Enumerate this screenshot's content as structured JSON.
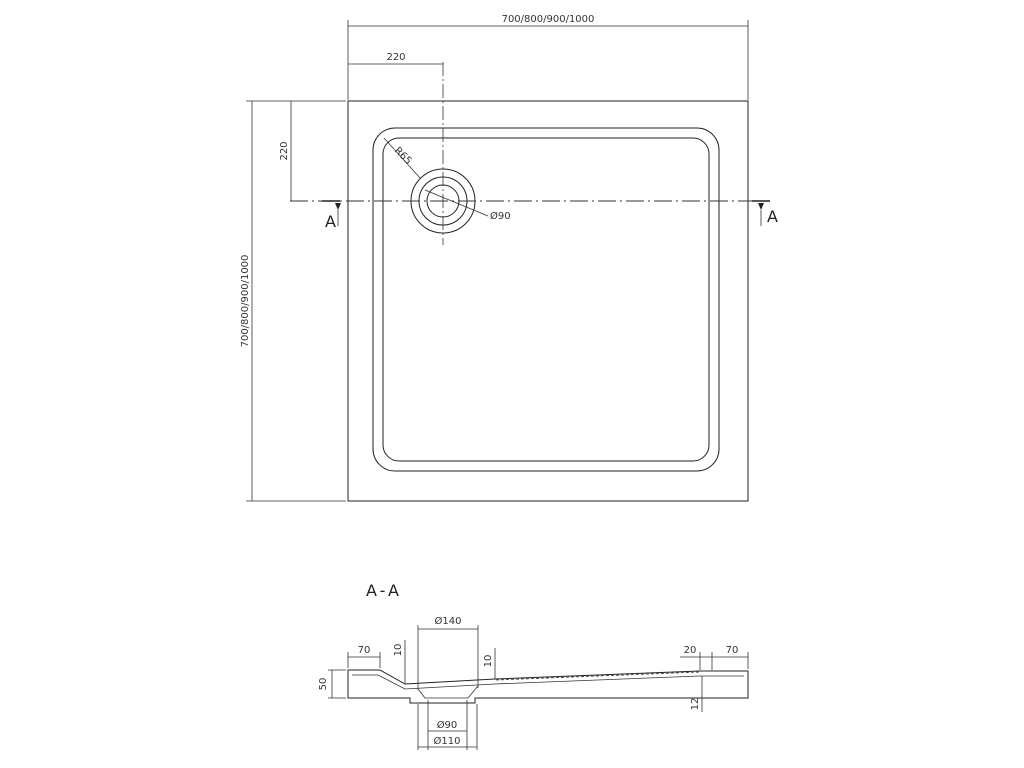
{
  "plan": {
    "overall_width": "700/800/900/1000",
    "overall_height": "700/800/900/1000",
    "drain_offset_x": "220",
    "drain_offset_y": "220",
    "corner_radius": "R65",
    "drain_diameter": "Ø90",
    "section_marker_left": "A",
    "section_marker_right": "A"
  },
  "section": {
    "title": "A-A",
    "top_diameter": "Ø140",
    "rim_width_left": "70",
    "rim_width_right": "70",
    "height": "50",
    "step_left": "10",
    "step_center": "10",
    "step_right": "20",
    "depth_right": "12",
    "drain_inner": "Ø90",
    "drain_outer": "Ø110"
  }
}
